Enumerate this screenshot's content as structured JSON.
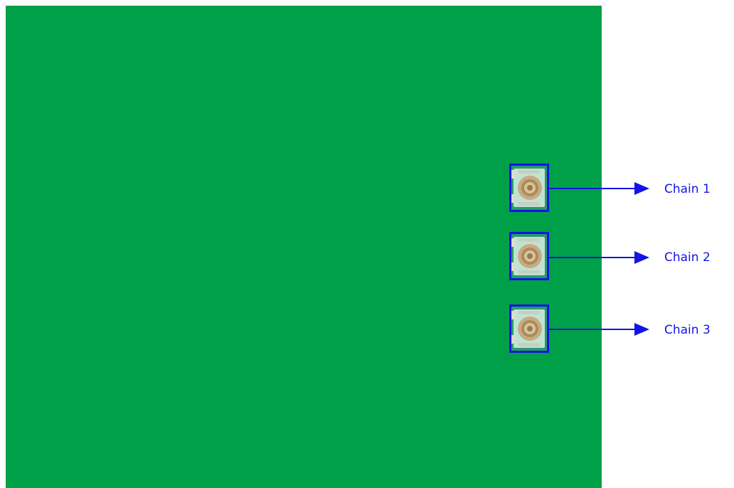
{
  "colors": {
    "board": "#00a049",
    "annotation": "#1414e6",
    "background": "#ffffff"
  },
  "connectors": [
    {
      "label": "Chain 1"
    },
    {
      "label": "Chain 2"
    },
    {
      "label": "Chain 3"
    }
  ]
}
